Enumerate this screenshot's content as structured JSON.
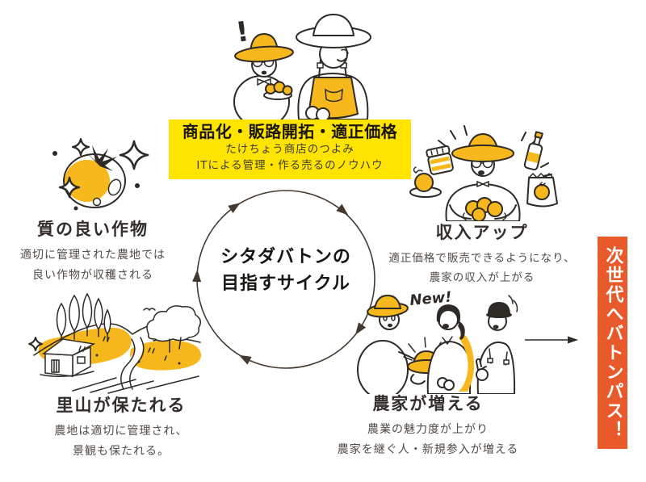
{
  "palette": {
    "highlight_yellow": "#FFE400",
    "illustration_amber": "#F6B81C",
    "banner_orange": "#E85A2B",
    "ink": "#2E2A26",
    "heading_text": "#332E2B",
    "body_text": "#514B46"
  },
  "strength_box": {
    "title": "商品化・販路開拓・適正価格",
    "subtitle": "たけちょう商店のつよみ",
    "note": "ITによる管理・作る売るのノウハウ"
  },
  "cycle": {
    "line1": "シタダバトンの",
    "line2": "目指すサイクル"
  },
  "sections": {
    "quality": {
      "title": "質の良い作物",
      "line1": "適切に管理された農地では",
      "line2": "良い作物が収穫される"
    },
    "income": {
      "title": "収入アップ",
      "line1": "適正価格で販売できるようになり、",
      "line2": "農家の収入が上がる"
    },
    "satoyama": {
      "title": "里山が保たれる",
      "line1": "農地は適切に管理され、",
      "line2": "景観も保たれる。"
    },
    "farmers": {
      "title": "農家が増える",
      "line1": "農業の魅力度が上がり",
      "line2": "農家を継ぐ人・新規参入が増える"
    }
  },
  "banner": {
    "text": "次世代へバトンパス！"
  },
  "labels": {
    "new": "New!",
    "exclamation": "!"
  }
}
